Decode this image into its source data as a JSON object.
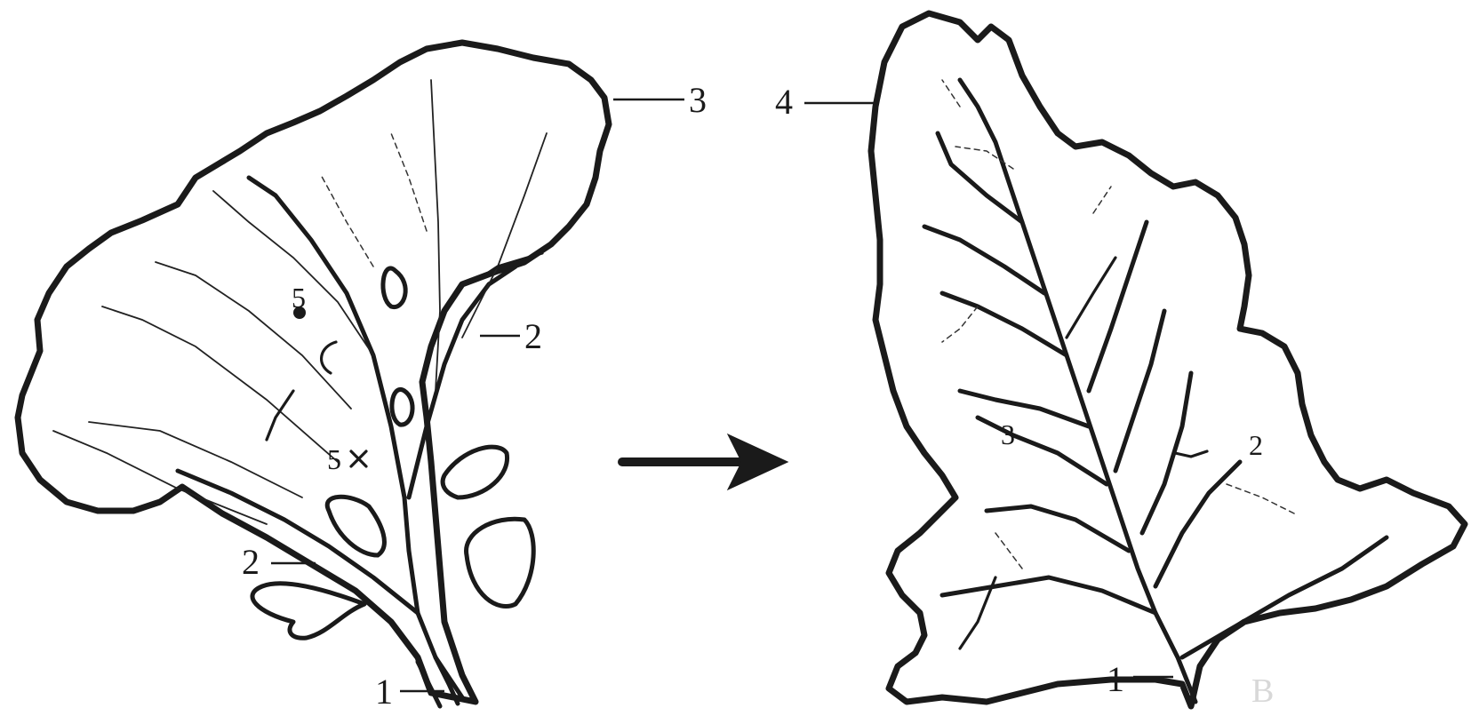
{
  "figure": {
    "left_panel": {
      "labels": {
        "stem": "1",
        "vein_upper": "2",
        "vein_lower": "2",
        "margin": "3",
        "bud_upper": "5",
        "bud_lower": "5"
      }
    },
    "right_panel": {
      "labels": {
        "stem": "1",
        "vein_right": "2",
        "vein_left": "3",
        "margin": "4",
        "panel_letter": "B"
      }
    },
    "colors": {
      "ink": "#1a1a1a",
      "paper": "#ffffff",
      "faint_letter": "#d8d8d8"
    }
  }
}
